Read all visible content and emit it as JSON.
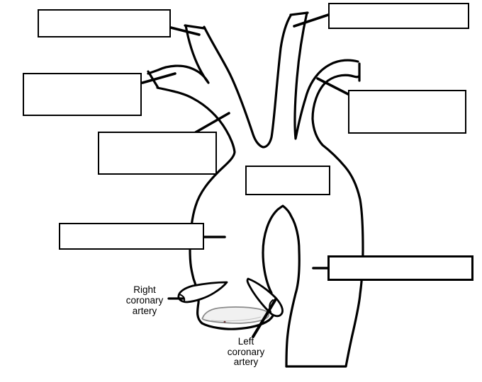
{
  "figure": {
    "description": "Line drawing of the aortic arch and its branches with blank label boxes",
    "background_color": "#ffffff",
    "line_color": "#000000",
    "valve_fill_color": "#f1f1f1",
    "valve_outline_color": "#8a8a8a"
  },
  "text_labels": {
    "right_coronary": "Right\ncoronary\nartery",
    "left_coronary": "Left\ncoronary\nartery"
  },
  "answer_boxes": [
    {
      "id": "box-1",
      "position": "top-left",
      "value": ""
    },
    {
      "id": "box-2",
      "position": "upper-left",
      "value": ""
    },
    {
      "id": "box-3",
      "position": "mid-left",
      "value": ""
    },
    {
      "id": "box-4",
      "position": "top-right",
      "value": ""
    },
    {
      "id": "box-5",
      "position": "upper-right",
      "value": ""
    },
    {
      "id": "box-6",
      "position": "center",
      "value": ""
    },
    {
      "id": "box-7",
      "position": "lower-left",
      "value": ""
    },
    {
      "id": "box-8",
      "position": "lower-right",
      "value": ""
    }
  ]
}
